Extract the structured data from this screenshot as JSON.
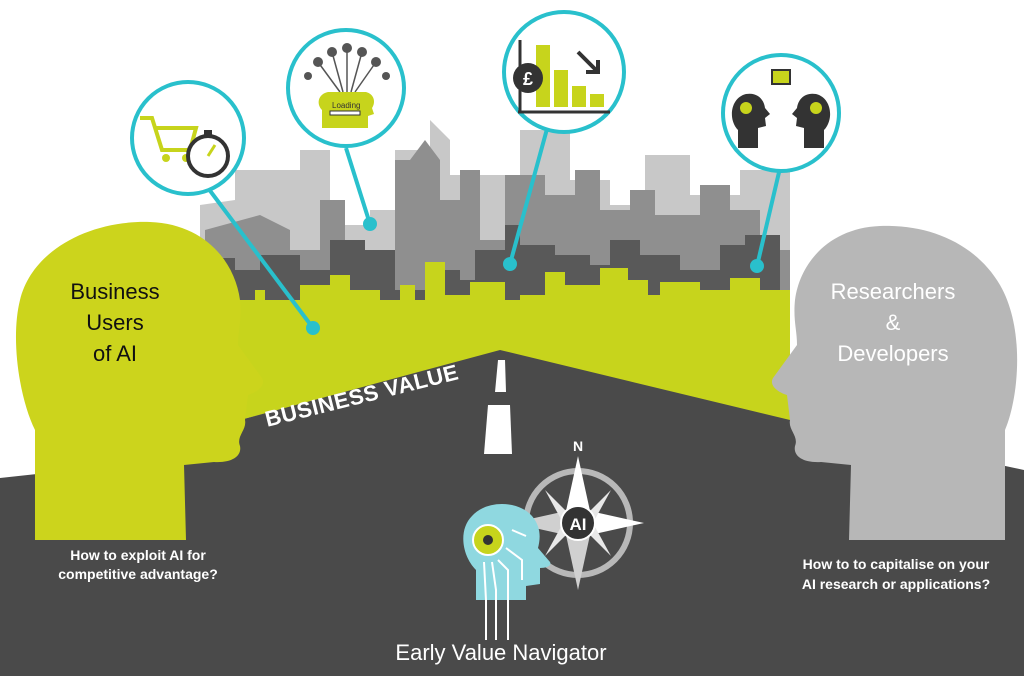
{
  "left_persona": {
    "label_lines": [
      "Business",
      "Users",
      "of AI"
    ],
    "question_lines": [
      "How to exploit AI for",
      "competitive advantage?"
    ],
    "color": "#ccd41c"
  },
  "right_persona": {
    "label_lines": [
      "Researchers",
      "&",
      "Developers"
    ],
    "question_lines": [
      "How to to capitalise on your",
      "AI research or applications?"
    ],
    "color": "#b3b3b3"
  },
  "road_label": "BUSINESS VALUE",
  "navigator": {
    "title": "Early Value Navigator",
    "compass_north": "N",
    "compass_center": "AI"
  },
  "bubbles": [
    {
      "icon": "shopping-cart-stopwatch-icon"
    },
    {
      "icon": "loading-head-icon",
      "text": "Loading"
    },
    {
      "icon": "pound-chart-down-icon",
      "text": "£"
    },
    {
      "icon": "heads-chip-gears-icon"
    }
  ],
  "colors": {
    "accent": "#29c0cc",
    "lime": "#c7d41c",
    "ground": "#4a4a4a",
    "city_dark": "#595959",
    "city_mid": "#8c8c8c",
    "city_light": "#c6c6c6"
  }
}
